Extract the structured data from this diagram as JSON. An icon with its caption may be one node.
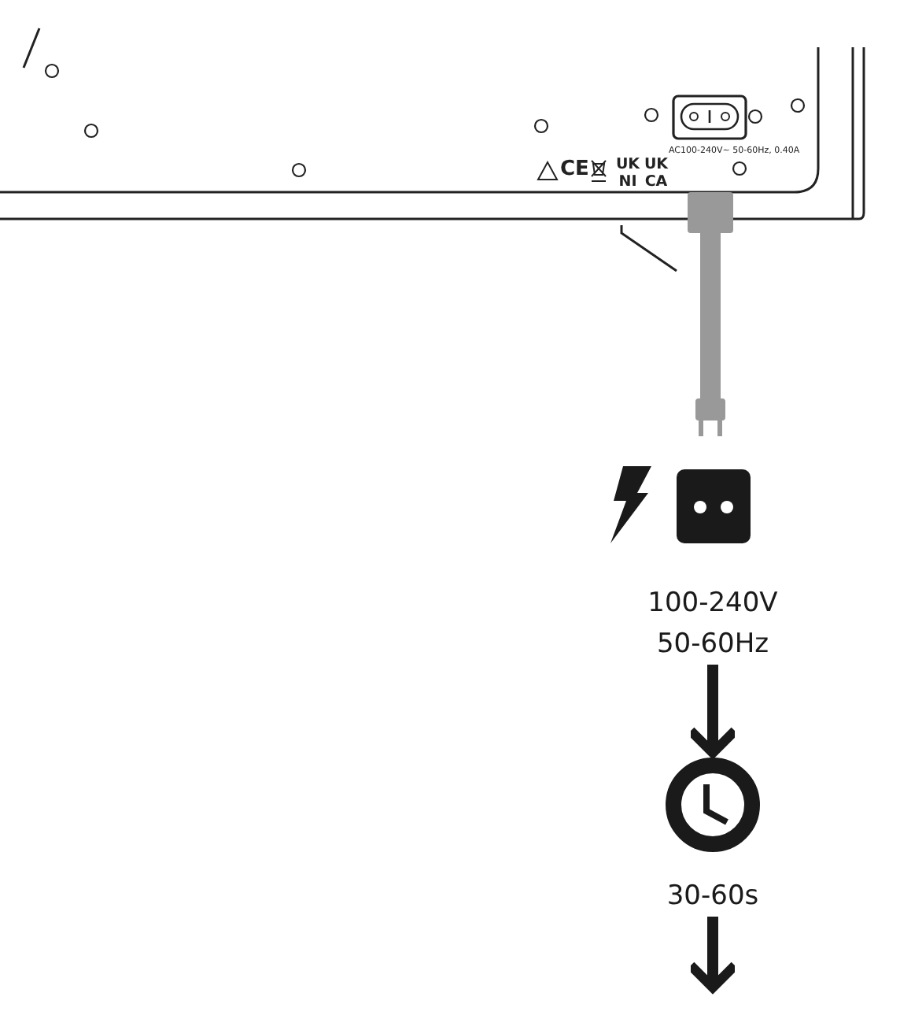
{
  "diagram": {
    "nodes": [
      {
        "text": [
          "100-240V 50-60Hz"
        ]
      },
      {
        "text": [
          "30-60s"
        ]
      }
    ],
    "edges": [
      {
        "from": 0,
        "to": 1,
        "arrow": "to"
      },
      {
        "from": 1,
        "to": null,
        "arrow": "to"
      }
    ],
    "labels": [
      "AC100-240V~ 50-60Hz, 0.40A",
      "CE",
      "UK NI",
      "UK CA"
    ]
  }
}
